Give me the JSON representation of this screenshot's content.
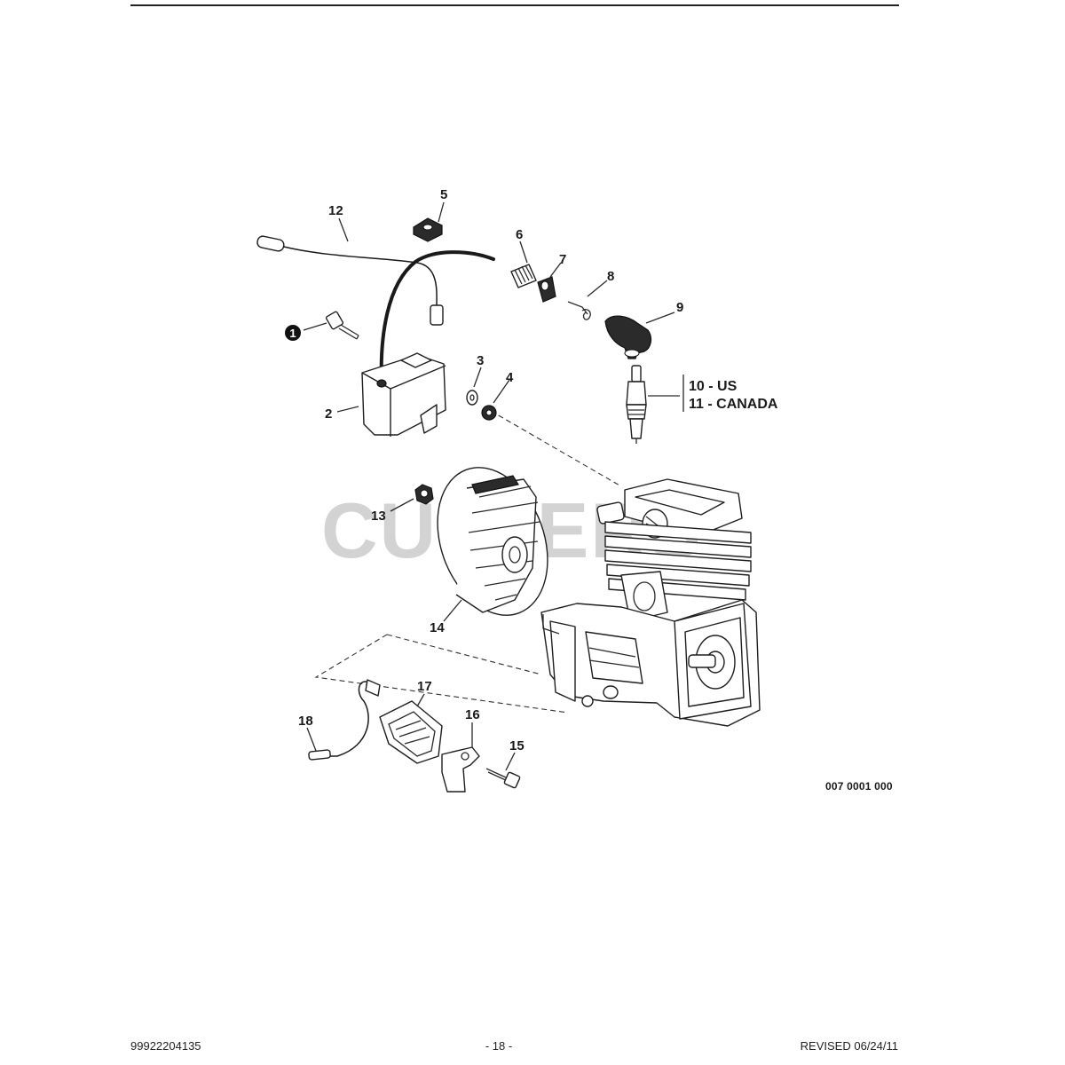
{
  "watermark": "CUTTERS",
  "callouts": {
    "p1": "1",
    "p2": "2",
    "p3": "3",
    "p4": "4",
    "p5": "5",
    "p6": "6",
    "p7": "7",
    "p8": "8",
    "p9": "9",
    "p12": "12",
    "p13": "13",
    "p14": "14",
    "p15": "15",
    "p16": "16",
    "p17": "17",
    "p18": "18"
  },
  "spark_plug_variants": [
    "10 - US",
    "11 - CANADA"
  ],
  "drawing_number": "007 0001 000",
  "footer": {
    "part_number": "99922204135",
    "page": "- 18 -",
    "revision": "REVISED 06/24/11"
  }
}
